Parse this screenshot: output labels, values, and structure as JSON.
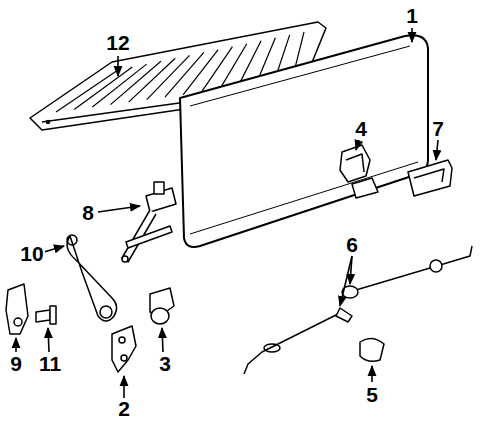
{
  "diagram": {
    "labels": [
      "12",
      "1",
      "4",
      "7",
      "8",
      "6",
      "10",
      "9",
      "11",
      "3",
      "5",
      "2"
    ]
  }
}
